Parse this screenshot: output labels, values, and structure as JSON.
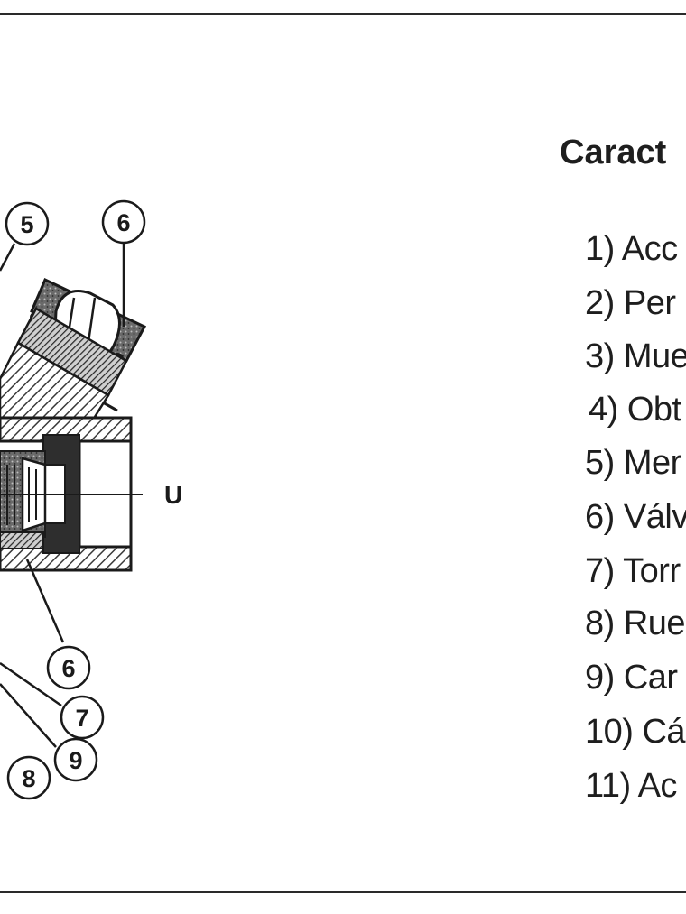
{
  "title": "Caract",
  "port_label": "U",
  "callouts": {
    "c5": "5",
    "c6_top": "6",
    "c6_bottom": "6",
    "c7": "7",
    "c8": "8",
    "c9": "9"
  },
  "legend": [
    "1) Acc",
    "2) Per",
    "3) Mue",
    "4) Obt",
    "5) Mer",
    "6) Válv",
    "7) Torr",
    "8) Rue",
    "9) Car",
    "10) Cá",
    "11) Ac"
  ],
  "colors": {
    "ink": "#1a1a1a",
    "hatch": "#444444",
    "background": "#ffffff"
  }
}
